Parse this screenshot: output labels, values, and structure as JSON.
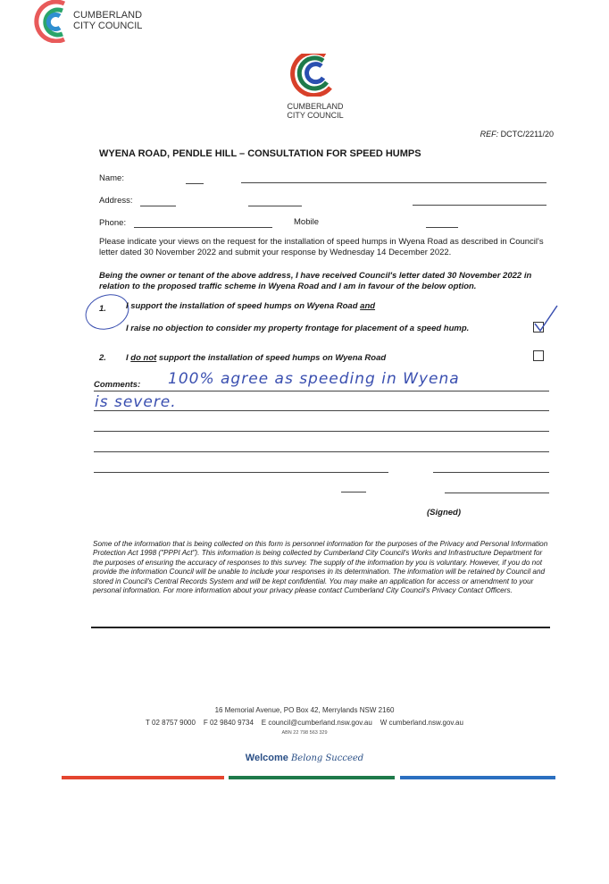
{
  "header_logo": {
    "line1": "CUMBERLAND",
    "line2": "CITY COUNCIL"
  },
  "letter_logo": {
    "line1": "CUMBERLAND",
    "line2": "CITY COUNCIL"
  },
  "ref": {
    "label": "REF:",
    "value": "DCTC/2211/20"
  },
  "title": "WYENA ROAD, PENDLE HILL – CONSULTATION FOR SPEED HUMPS",
  "fields": {
    "name": "Name:",
    "address": "Address:",
    "phone": "Phone:",
    "mobile": "Mobile"
  },
  "intro": "Please indicate your views on the request for the installation of speed humps in Wyena Road as described in Council's letter dated 30 November 2022 and submit your response by Wednesday 14 December 2022.",
  "statement": "Being the owner or tenant of the above address, I have received Council's letter dated 30 November 2022 in relation to the proposed traffic scheme in Wyena Road and I am in favour of the below option.",
  "options": [
    {
      "num": "1.",
      "line1": "I support the installation of speed humps on Wyena Road",
      "and": "and",
      "line2": "I raise no objection to consider my property frontage for placement of a speed hump.",
      "checked": true
    },
    {
      "num": "2.",
      "pre": "I ",
      "emph": "do not",
      "post": " support the installation of speed humps on Wyena Road",
      "checked": false
    }
  ],
  "comments": {
    "label": "Comments:",
    "line1": "100% agree as speeding in Wyena",
    "line2": "is severe."
  },
  "signed": "(Signed)",
  "privacy": "Some of the information that is being collected on this form is personnel information for the purposes of the Privacy and Personal Information Protection Act 1998 (\"PPPI Act\"). This information is being collected by Cumberland City Council's Works and Infrastructure Department for the purposes of ensuring the accuracy of responses to this survey. The supply of the information by you is voluntary. However, if you do not provide the information Council will be unable to include your responses in its determination. The information will be retained by Council and stored in Council's Central Records System and will be kept confidential. You may make an application for access or amendment to your personal information. For more information about your privacy please contact Cumberland City Council's Privacy Contact Officers.",
  "footer": {
    "address": "16 Memorial Avenue, PO Box 42, Merrylands NSW 2160",
    "contact": "T 02 8757 9000    F 02 9840 9734    E council@cumberland.nsw.gov.au    W cumberland.nsw.gov.au",
    "abn": "ABN 22 798 563 329",
    "tag1": "Welcome",
    "tag2": "Belong Succeed"
  },
  "colors": {
    "red": "#e4452f",
    "green": "#1e7a4a",
    "blue": "#2b6fc0"
  }
}
